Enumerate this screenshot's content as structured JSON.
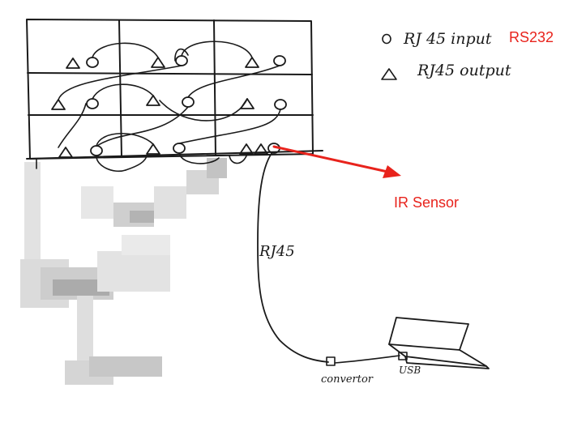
{
  "legend": {
    "input_symbol": "circle",
    "input_text": "RJ 45 input",
    "input_highlight": "RS232",
    "output_symbol": "triangle",
    "output_text": "RJ45 output"
  },
  "labels": {
    "ir_sensor": "IR Sensor",
    "cable": "RJ45",
    "converter": "convertor",
    "usb": "USB"
  },
  "colors": {
    "ink": "#1a1a1a",
    "annotation": "#e8231c",
    "blur": "#9a9a9a"
  }
}
